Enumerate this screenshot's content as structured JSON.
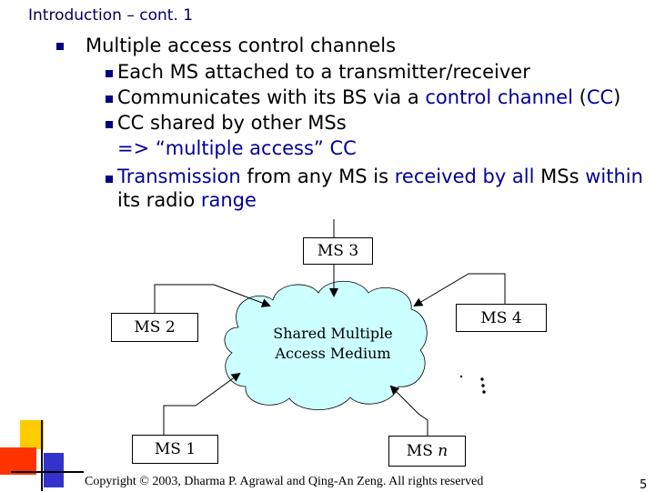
{
  "slide": {
    "title": "Introduction – cont. 1",
    "bullet_main": "Multiple access control channels",
    "sub1": "Each MS attached to a transmitter/receiver",
    "sub2_a": "Communicates with its BS via a ",
    "sub2_b": "control channel",
    "sub2_c": " (",
    "sub2_d": "CC",
    "sub2_e": ")",
    "sub3_a": "CC shared by other MSs",
    "sub3_b": "=> “multiple access” CC",
    "sub4_a": "Transmission",
    "sub4_b": " from any MS is ",
    "sub4_c": "received by all",
    "sub4_d": " MSs ",
    "sub4_e": "within",
    "sub4_f": "its radio ",
    "sub4_g": "range"
  },
  "diagram": {
    "ms3": "MS 3",
    "ms2": "MS 2",
    "ms4": "MS 4",
    "ms1": "MS 1",
    "msn_prefix": "MS ",
    "msn_var": "n",
    "cloud_line1": "Shared Multiple",
    "cloud_line2": "Access Medium",
    "cloud_color": "#ccffff"
  },
  "footer": {
    "copyright": "Copyright © 2003, Dharma P. Agrawal and Qing-An Zeng. All rights reserved",
    "page": "5"
  }
}
